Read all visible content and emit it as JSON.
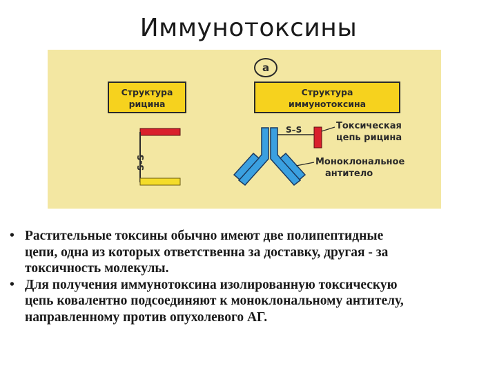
{
  "title": "Иммунотоксины",
  "figure": {
    "panel_letter": "а",
    "ricin_box": [
      "Структура",
      "рицина"
    ],
    "immunotoxin_box": [
      "Структура",
      "иммунотоксина"
    ],
    "ss_left": "S–S",
    "ss_right": "S–S",
    "toxic_chain_label": [
      "Токсическая",
      "цепь рицина"
    ],
    "antibody_label": [
      "Моноклональное",
      "антитело"
    ],
    "colors": {
      "panel_bg": "#f3e7a2",
      "box_fill": "#f6d21e",
      "toxic_red": "#d9202c",
      "antibody_blue": "#3aa0e0",
      "ricin_yellow": "#f4dc2a"
    }
  },
  "bullets": [
    {
      "lines": [
        "Растительные токсины обычно имеют две полипептидные",
        "цепи, одна из которых ответственна за доставку, другая - за",
        "токсичность молекулы."
      ]
    },
    {
      "lines": [
        "Для получения иммунотоксина изолированную токсическую",
        "цепь ковалентно подсоединяют к моноклональному антителу,",
        "направленному против опухолевого АГ."
      ]
    }
  ]
}
